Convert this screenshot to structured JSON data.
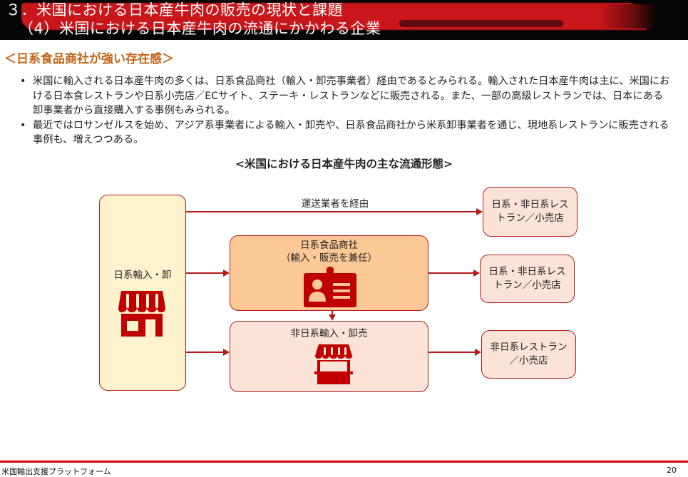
{
  "header": {
    "title_line1": "３．米国における日本産牛肉の販売の現状と課題",
    "title_line2": "（4）米国における日本産牛肉の流通にかかわる企業",
    "colors": {
      "background": "#050505",
      "brush": "#c8161a",
      "text": "#ffffff"
    }
  },
  "section": {
    "heading": "＜日系食品商社が強い存在感＞",
    "color": "#c0651a"
  },
  "bullets": [
    {
      "marker": "•",
      "text": "米国に輸入される日本産牛肉の多くは、日系食品商社（輸入・卸売事業者）経由であるとみられる。輸入された日本産牛肉は主に、米国における日本食レストランや日系小売店／ECサイト、ステーキ・レストランなどに販売される。また、一部の高級レストランでは、日本にある卸事業者から直接購入する事例もみられる。"
    },
    {
      "marker": "•",
      "text": "最近ではロサンゼルスを始め、アジア系事業者による輸入・卸売や、日系食品商社から米系卸事業者を通じ、現地系レストランに販売される事例も、増えつつある。"
    }
  ],
  "diagram": {
    "title": "<米国における日本産牛肉の主な流通形態>",
    "source": {
      "label": "日系輸入・卸",
      "icon": "storefront-icon",
      "fill": "#fff2cc"
    },
    "route_label": "運送業者を経由",
    "middle": [
      {
        "label_line1": "日系食品商社",
        "label_line2": "（輸入・販売を兼任）",
        "icon": "id-badge-icon",
        "fill": "#fcc896"
      },
      {
        "label_line1": "非日系輸入・卸売",
        "icon": "market-stall-icon",
        "fill": "#fbe3d8"
      }
    ],
    "destinations": [
      {
        "line1": "日系・非日系レス",
        "line2": "トラン／小売店"
      },
      {
        "line1": "日系・非日系レス",
        "line2": "トラン／小売店"
      },
      {
        "line1": "非日系レストラン",
        "line2": "／小売店"
      }
    ],
    "colors": {
      "stroke": "#b51a1a",
      "icon": "#c00000"
    }
  },
  "footer": {
    "left": "米国輸出支援プラットフォーム",
    "page_number": "20"
  }
}
